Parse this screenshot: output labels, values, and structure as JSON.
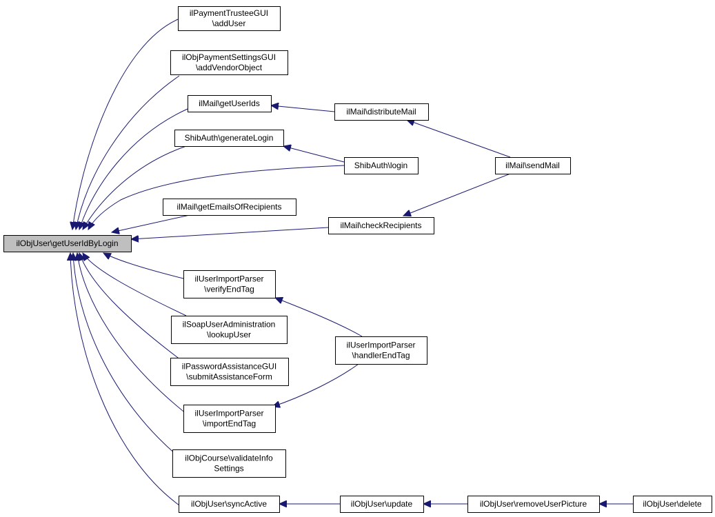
{
  "diagram": {
    "nodes": [
      {
        "id": "root",
        "lines": [
          "ilObjUser\\getUserIdByLogin"
        ],
        "root": true
      },
      {
        "id": "n1",
        "lines": [
          "ilPaymentTrusteeGUI",
          "\\addUser"
        ]
      },
      {
        "id": "n2",
        "lines": [
          "ilObjPaymentSettingsGUI",
          "\\addVendorObject"
        ]
      },
      {
        "id": "n3",
        "lines": [
          "ilMail\\getUserIds"
        ]
      },
      {
        "id": "n4",
        "lines": [
          "ShibAuth\\generateLogin"
        ]
      },
      {
        "id": "n5",
        "lines": [
          "ilMail\\getEmailsOfRecipients"
        ]
      },
      {
        "id": "n6",
        "lines": [
          "ilUserImportParser",
          "\\verifyEndTag"
        ]
      },
      {
        "id": "n7",
        "lines": [
          "ilSoapUserAdministration",
          "\\lookupUser"
        ]
      },
      {
        "id": "n8",
        "lines": [
          "ilPasswordAssistanceGUI",
          "\\submitAssistanceForm"
        ]
      },
      {
        "id": "n9",
        "lines": [
          "ilUserImportParser",
          "\\importEndTag"
        ]
      },
      {
        "id": "n10",
        "lines": [
          "ilObjCourse\\validateInfo",
          "Settings"
        ]
      },
      {
        "id": "n11",
        "lines": [
          "ilObjUser\\syncActive"
        ]
      },
      {
        "id": "n12",
        "lines": [
          "ilMail\\distributeMail"
        ]
      },
      {
        "id": "n13",
        "lines": [
          "ShibAuth\\login"
        ]
      },
      {
        "id": "n14",
        "lines": [
          "ilMail\\checkRecipients"
        ]
      },
      {
        "id": "n15",
        "lines": [
          "ilUserImportParser",
          "\\handlerEndTag"
        ]
      },
      {
        "id": "n16",
        "lines": [
          "ilObjUser\\update"
        ]
      },
      {
        "id": "n17",
        "lines": [
          "ilMail\\sendMail"
        ]
      },
      {
        "id": "n18",
        "lines": [
          "ilObjUser\\removeUserPicture"
        ]
      },
      {
        "id": "n19",
        "lines": [
          "ilObjUser\\delete"
        ]
      }
    ],
    "edges": [
      {
        "from": "n1",
        "to": "root"
      },
      {
        "from": "n2",
        "to": "root"
      },
      {
        "from": "n3",
        "to": "root"
      },
      {
        "from": "n4",
        "to": "root"
      },
      {
        "from": "n13",
        "to": "root"
      },
      {
        "from": "n5",
        "to": "root"
      },
      {
        "from": "n14",
        "to": "root"
      },
      {
        "from": "n6",
        "to": "root"
      },
      {
        "from": "n7",
        "to": "root"
      },
      {
        "from": "n8",
        "to": "root"
      },
      {
        "from": "n9",
        "to": "root"
      },
      {
        "from": "n10",
        "to": "root"
      },
      {
        "from": "n11",
        "to": "root"
      },
      {
        "from": "n12",
        "to": "n3"
      },
      {
        "from": "n13",
        "to": "n4"
      },
      {
        "from": "n17",
        "to": "n12"
      },
      {
        "from": "n17",
        "to": "n14"
      },
      {
        "from": "n15",
        "to": "n6"
      },
      {
        "from": "n15",
        "to": "n9"
      },
      {
        "from": "n16",
        "to": "n11"
      },
      {
        "from": "n18",
        "to": "n16"
      },
      {
        "from": "n19",
        "to": "n18"
      }
    ]
  },
  "colors": {
    "edge": "#191970",
    "root_fill": "#bfbfbf",
    "node_fill": "#ffffff",
    "node_stroke": "#000000"
  }
}
